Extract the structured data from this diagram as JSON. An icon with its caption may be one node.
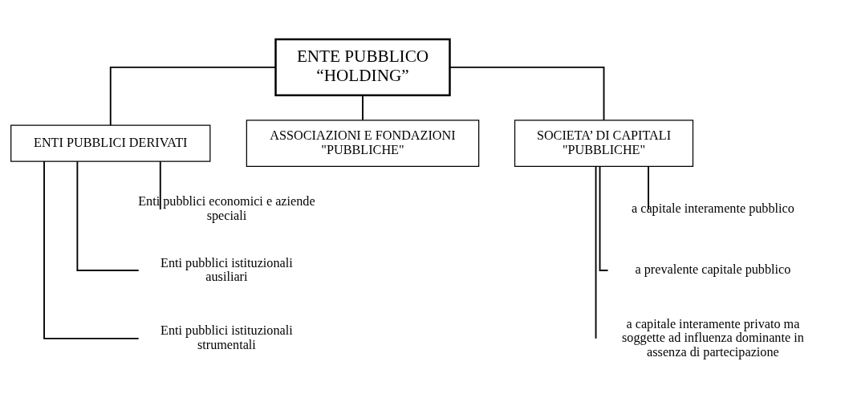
{
  "diagram": {
    "nodes": [
      {
        "text": [
          "ENTE PUBBLICO “HOLDING”"
        ]
      },
      {
        "text": [
          "ENTI PUBBLICI DERIVATI"
        ]
      },
      {
        "text": [
          "ASSOCIAZIONI E FONDAZIONI \"PUBBLICHE\""
        ]
      },
      {
        "text": [
          "SOCIETA’ DI CAPITALI \"PUBBLICHE\""
        ]
      },
      {
        "text": [
          "Enti pubblici economici e aziende speciali"
        ]
      },
      {
        "text": [
          "Enti pubblici istituzionali ausiliari"
        ]
      },
      {
        "text": [
          "Enti pubblici istituzionali strumentali"
        ]
      },
      {
        "text": [
          "a capitale interamente pubblico"
        ]
      },
      {
        "text": [
          "a prevalente capitale pubblico"
        ]
      },
      {
        "text": [
          "a capitale interamente privato ma soggette ad influenza dominante in assenza di partecipazione"
        ]
      }
    ],
    "edges": [
      {
        "from": 0,
        "to": 1,
        "arrow": "none"
      },
      {
        "from": 0,
        "to": 2,
        "arrow": "none"
      },
      {
        "from": 0,
        "to": 3,
        "arrow": "none"
      },
      {
        "from": 1,
        "to": 4,
        "arrow": "none"
      },
      {
        "from": 1,
        "to": 5,
        "arrow": "none"
      },
      {
        "from": 1,
        "to": 6,
        "arrow": "none"
      },
      {
        "from": 3,
        "to": 7,
        "arrow": "none"
      },
      {
        "from": 3,
        "to": 8,
        "arrow": "none"
      },
      {
        "from": 3,
        "to": 9,
        "arrow": "none"
      }
    ]
  }
}
